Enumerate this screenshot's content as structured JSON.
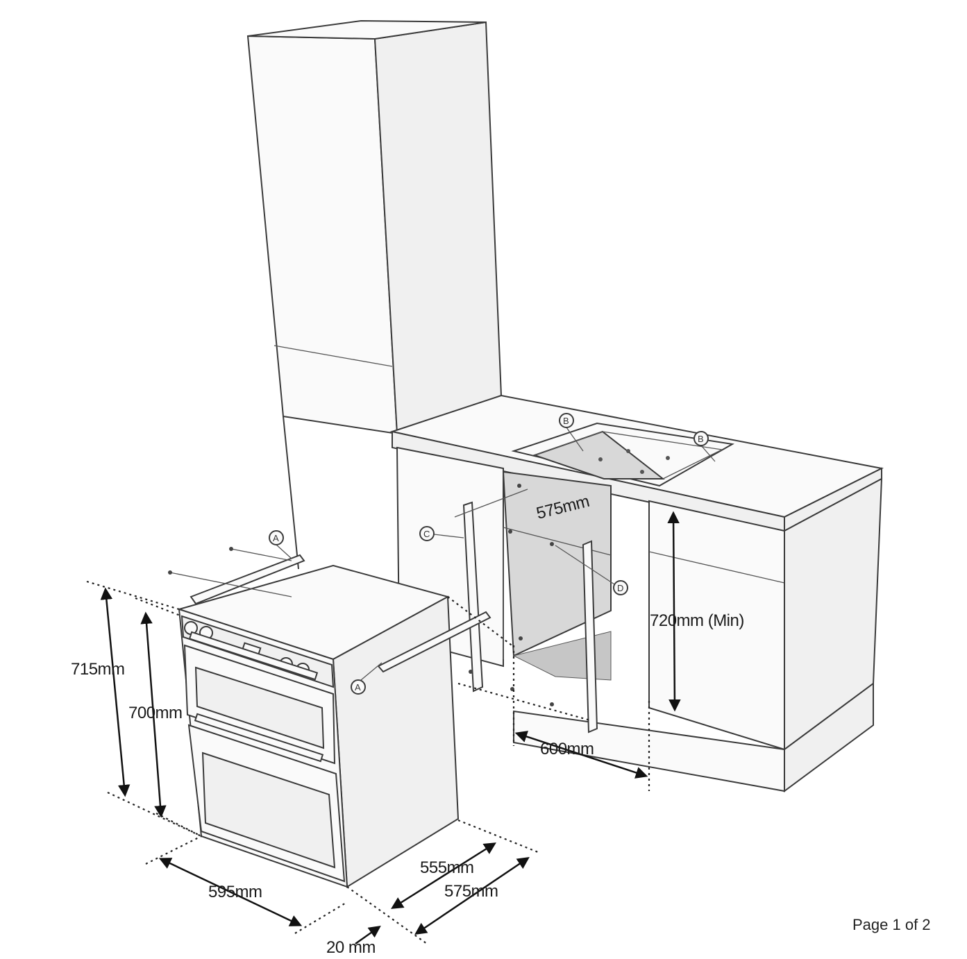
{
  "dimensions": {
    "height_outer": "715mm",
    "height_inner": "700mm",
    "width": "595mm",
    "depth_inner": "555mm",
    "depth_outer": "575mm",
    "front_offset": "20 mm",
    "cavity_width": "600mm",
    "cavity_depth": "575mm",
    "cavity_height": "720mm (Min)"
  },
  "callouts": {
    "a_top": "A",
    "a_side": "A",
    "b_left": "B",
    "b_right": "B",
    "c": "C",
    "d": "D"
  },
  "footer": {
    "page": "Page 1 of 2"
  }
}
